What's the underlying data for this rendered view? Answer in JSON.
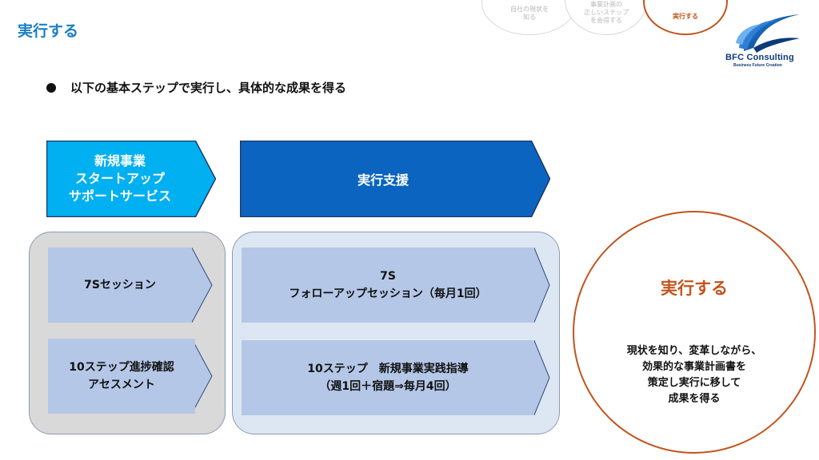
{
  "page": {
    "title": "実行する"
  },
  "steps_nav": [
    {
      "label": "自社の現状を\n知る"
    },
    {
      "label": "事業計画の\n正しいステップ\nを会得する"
    },
    {
      "label": "実行する"
    }
  ],
  "logo": {
    "name": "BFC Consulting",
    "tagline": "Business Future Creation"
  },
  "bullet": {
    "text": "以下の基本ステップで実行し、具体的な成果を得る"
  },
  "chevrons": {
    "service": "新規事業\nスタートアップ\nサポートサービス",
    "support": "実行支援"
  },
  "items": {
    "session_7s": "7Sセッション",
    "assessment": "10ステップ進捗確認\nアセスメント",
    "followup": "7S\nフォローアップセッション（毎月1回）",
    "guidance": "10ステップ　新規事業実践指導\n（週1回＋宿題⇒毎月4回）"
  },
  "result": {
    "title": "実行する",
    "description": "現状を知り、変革しながら、\n効果的な事業計画書を\n策定し実行に移して\n成果を得る"
  },
  "colors": {
    "accent_orange": "#c3541d",
    "title_blue": "#1a7fc2",
    "chevron_light": "#00b0f0",
    "chevron_dark": "#0b64c0",
    "item_fill": "#b4c7e7"
  }
}
